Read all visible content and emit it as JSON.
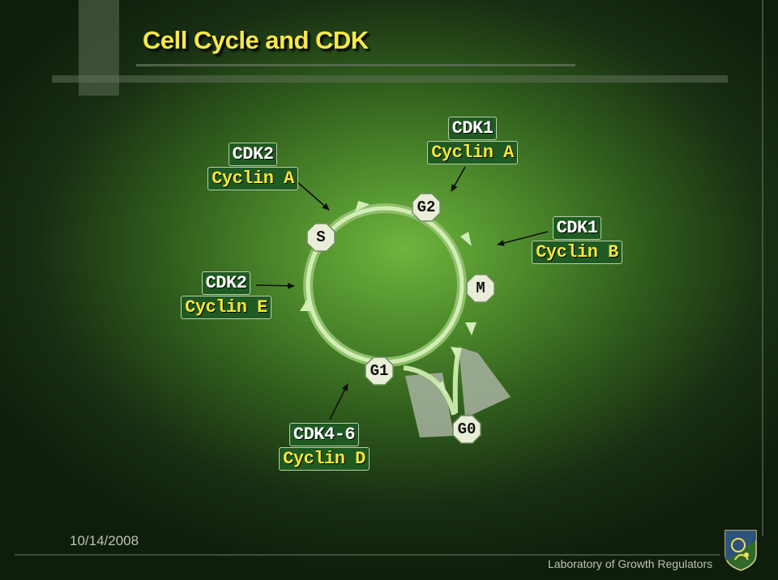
{
  "slide": {
    "title": "Cell Cycle and CDK",
    "footer_date": "10/14/2008",
    "footer_lab": "Laboratory of Growth Regulators"
  },
  "phases": {
    "s": "S",
    "g2": "G2",
    "m": "M",
    "g1": "G1",
    "g0": "G0"
  },
  "complexes": {
    "cdk2_cyclin_a": {
      "cdk": "CDK2",
      "cyclin": "Cyclin A"
    },
    "cdk1_cyclin_a": {
      "cdk": "CDK1",
      "cyclin": "Cyclin A"
    },
    "cdk1_cyclin_b": {
      "cdk": "CDK1",
      "cyclin": "Cyclin B"
    },
    "cdk2_cyclin_e": {
      "cdk": "CDK2",
      "cyclin": "Cyclin E"
    },
    "cdk46_cyclin_d": {
      "cdk": "CDK4-6",
      "cyclin": "Cyclin D"
    }
  },
  "colors": {
    "title": "#f7e84a",
    "cycle_ring": "#c6e6a8",
    "complex_box": "#1f5a22",
    "cyclin_text": "#f6e63a",
    "cdk_text": "#ffffff",
    "phase_badge": "#e9eed8"
  },
  "icons": {
    "logo": "laboratory-emblem-icon"
  }
}
